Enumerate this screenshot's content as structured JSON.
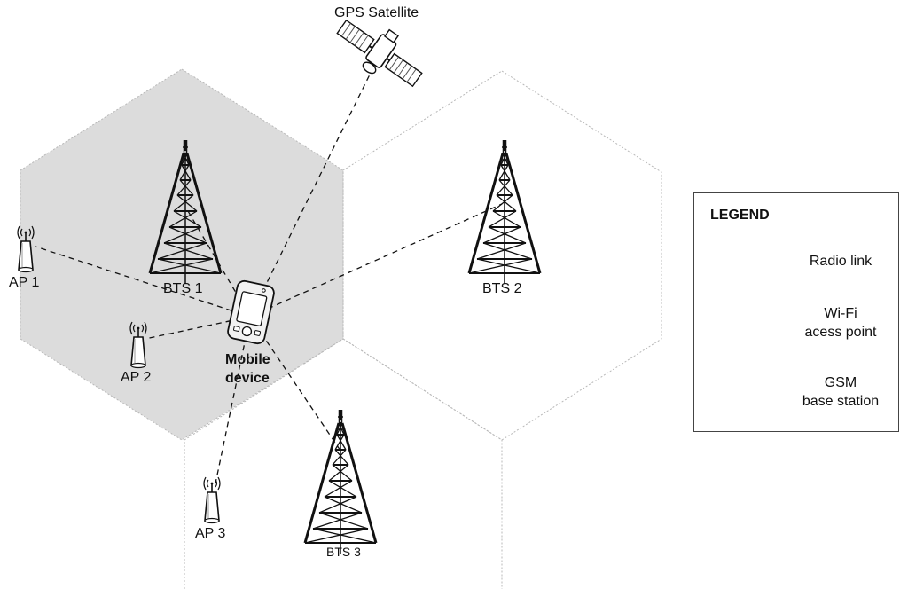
{
  "labels": {
    "gps": "GPS Satellite",
    "bts1": "BTS 1",
    "bts2": "BTS 2",
    "bts3": "BTS 3",
    "ap1": "AP 1",
    "ap2": "AP 2",
    "ap3": "AP 3",
    "mobile_line1": "Mobile",
    "mobile_line2": "device"
  },
  "legend": {
    "title": "LEGEND",
    "radio_link": "Radio link",
    "wifi_line1": "Wi-Fi",
    "wifi_line2": "acess point",
    "gsm_line1": "GSM",
    "gsm_line2": "base station"
  },
  "icons": [
    "satellite-icon",
    "tower-icon",
    "wifi-ap-icon",
    "mobile-device-icon"
  ],
  "colors": {
    "serving_cell": "#dcdcdc",
    "outline": "#222222",
    "cell_border": "#b8b8b8"
  }
}
